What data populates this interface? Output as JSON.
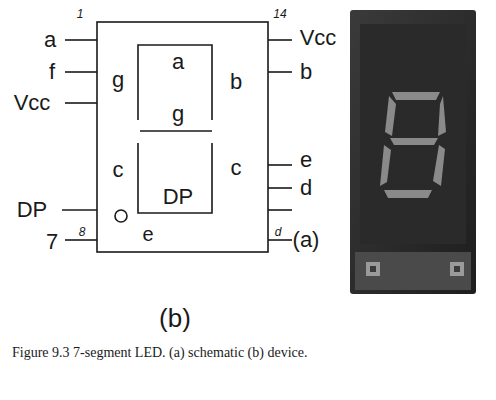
{
  "diagram": {
    "caption": "Figure 9.3  7-segment LED. (a) schematic  (b) device.",
    "labels": [
      "1",
      "14",
      "a",
      "Vcc",
      "f",
      "a",
      "b",
      "b",
      "Vcc",
      "g",
      "g",
      "e",
      "c",
      "c",
      "d",
      "DP",
      "DP",
      "e",
      "7",
      "8",
      "d",
      "(a)",
      "(b)"
    ]
  }
}
